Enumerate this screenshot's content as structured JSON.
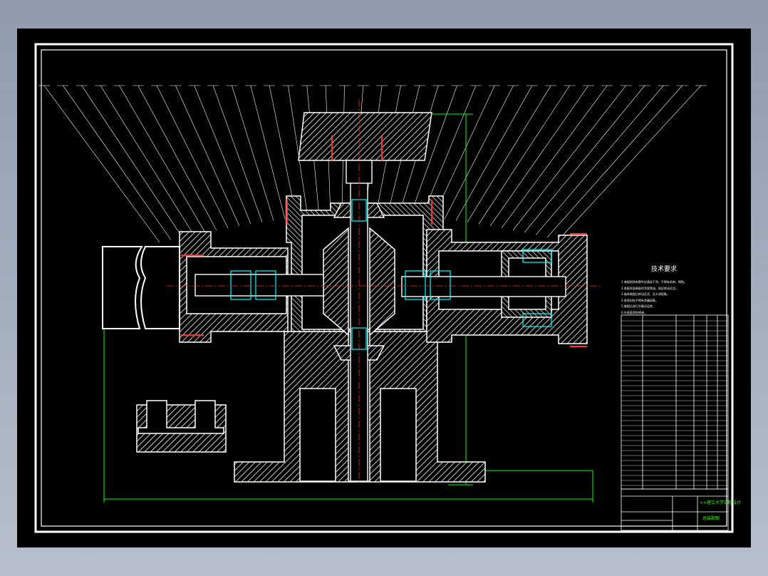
{
  "technical_requirements": {
    "title": "技术要求",
    "items": [
      "1.装配前所有零件应清洗干净，不得有毛刺、锈蚀。",
      "2.各配合面装配时涂润滑油，保证转动灵活。",
      "3.轴承装配后转动灵活，无卡滞现象。",
      "4.各密封处不得有渗漏现象。",
      "5.装配后进行空载试运转。",
      "6.外表面涂防锈漆。"
    ]
  },
  "title_block": {
    "drawing_name": "总装配图",
    "school": "××理工大学课程设计"
  },
  "colors": {
    "background": "#000000",
    "frame": "#ffffff",
    "hatch": "#ffffff",
    "dimension": "#00ff00",
    "centerline": "#ff0000",
    "leader": "#ffffff",
    "fastener": "#ff3030",
    "accent": "#00ffff"
  }
}
